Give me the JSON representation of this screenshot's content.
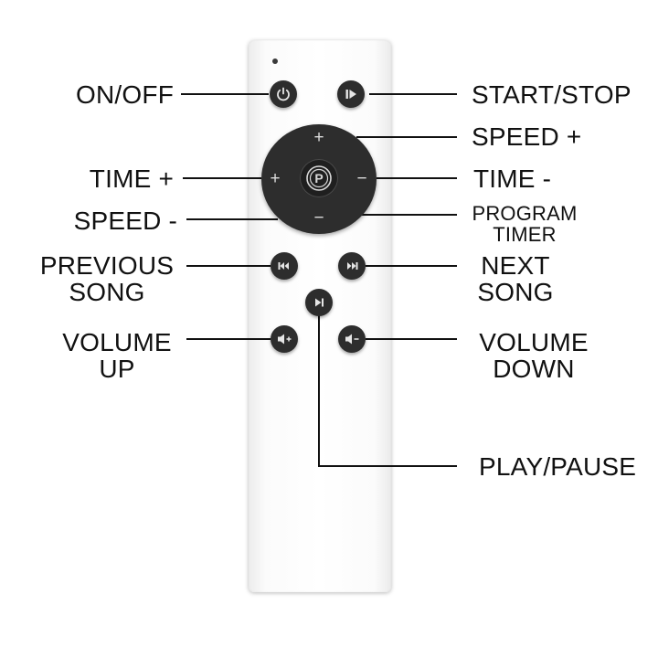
{
  "labels": {
    "on_off": "ON/OFF",
    "start_stop": "START/STOP",
    "speed_plus": "SPEED +",
    "time_plus": "TIME +",
    "time_minus": "TIME -",
    "speed_minus": "SPEED -",
    "program_timer": [
      "PROGRAM",
      "TIMER"
    ],
    "previous_song": [
      "PREVIOUS",
      "SONG"
    ],
    "next_song": [
      "NEXT",
      "SONG"
    ],
    "volume_up": [
      "VOLUME",
      "UP"
    ],
    "volume_down": [
      "VOLUME",
      "DOWN"
    ],
    "play_pause": "PLAY/PAUSE"
  },
  "dpad": {
    "up_glyph": "+",
    "left_glyph": "+",
    "right_glyph": "−",
    "down_glyph": "−",
    "center_glyph": "P"
  },
  "icons": {
    "power": "power-icon",
    "start_stop": "start-stop-icon",
    "previous": "previous-track-icon",
    "next": "next-track-icon",
    "play_pause": "play-pause-icon",
    "volume_up": "volume-up-icon",
    "volume_down": "volume-down-icon"
  },
  "colors": {
    "button": "#2d2d2d",
    "text": "#111111",
    "remote": "#ffffff"
  }
}
